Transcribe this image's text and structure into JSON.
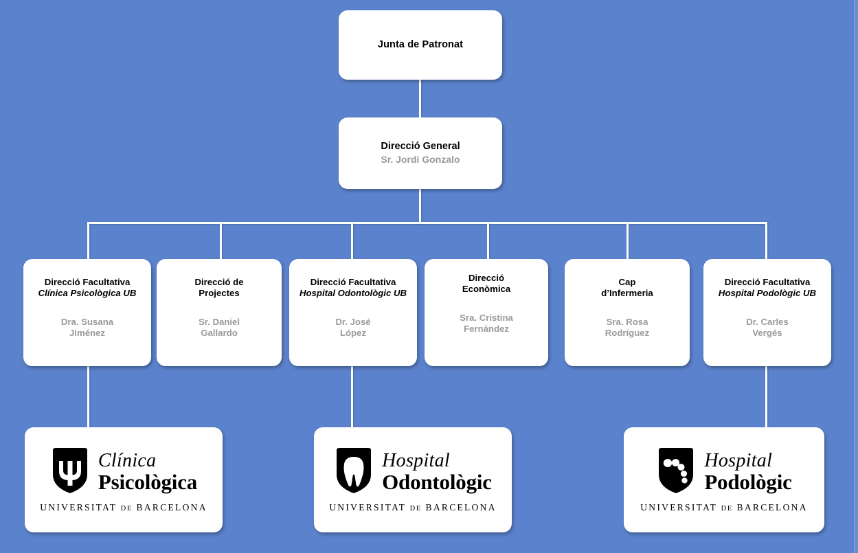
{
  "meta": {
    "background_color": "#5b82cc",
    "box_color": "#ffffff",
    "title_color": "#000000",
    "person_color": "#9a9a9a",
    "connector_color": "#ffffff"
  },
  "chart": {
    "type": "org-chart",
    "levels": 4
  },
  "level1": {
    "title": "Junta de Patronat"
  },
  "level2": {
    "title": "Direcció General",
    "person": "Sr. Jordi Gonzalo"
  },
  "departments": [
    {
      "title": "Direcció Facultativa",
      "subtitle": "Clínica Psicològica UB",
      "person_line1": "Dra. Susana",
      "person_line2": "Jiménez"
    },
    {
      "title_line1": "Direcció de",
      "title_line2": "Projectes",
      "subtitle": "",
      "person_line1": "Sr. Daniel",
      "person_line2": "Gallardo"
    },
    {
      "title": "Direcció Facultativa",
      "subtitle": "Hospital Odontològic UB",
      "person_line1": "Dr. José",
      "person_line2": "López"
    },
    {
      "title_line1": "Direcció",
      "title_line2": "Econòmica",
      "subtitle": "",
      "person_line1": "Sra. Cristina",
      "person_line2": "Fernández"
    },
    {
      "title_line1": "Cap",
      "title_line2": "d’Infermeria",
      "subtitle": "",
      "person_line1": "Sra. Rosa",
      "person_line2": "Rodríguez"
    },
    {
      "title": "Direcció Facultativa",
      "subtitle": "Hospital Podològic UB",
      "person_line1": "Dr. Carles",
      "person_line2": "Vergés"
    }
  ],
  "logos": [
    {
      "icon": "psi-shield-icon",
      "line1": "Clínica",
      "line2": "Psicològica",
      "university_1": "UNIVERSITAT",
      "university_de": "DE",
      "university_2": "BARCELONA"
    },
    {
      "icon": "tooth-shield-icon",
      "line1": "Hospital",
      "line2": "Odontològic",
      "university_1": "UNIVERSITAT",
      "university_de": "DE",
      "university_2": "BARCELONA"
    },
    {
      "icon": "footprint-shield-icon",
      "line1": "Hospital",
      "line2": "Podològic",
      "university_1": "UNIVERSITAT",
      "university_de": "DE",
      "university_2": "BARCELONA"
    }
  ]
}
